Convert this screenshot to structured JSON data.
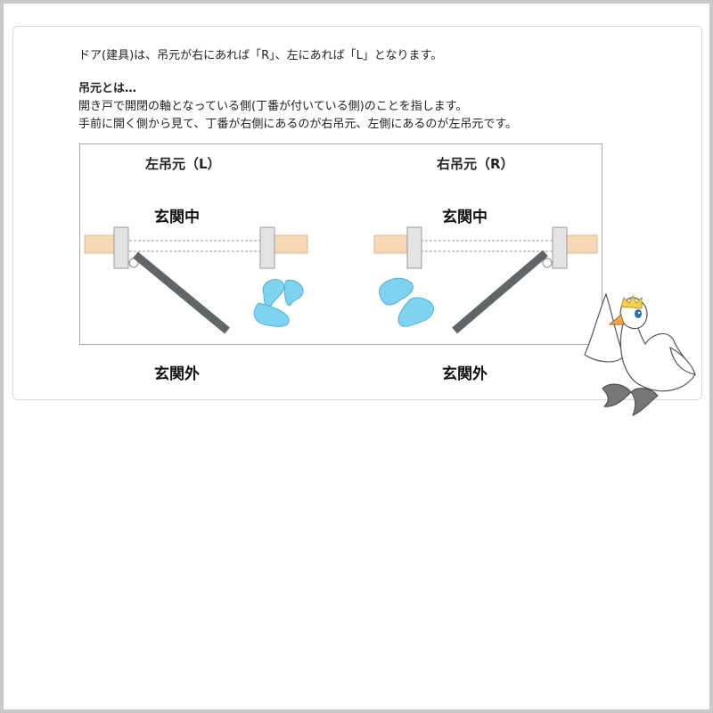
{
  "intro": "ドア(建具)は、吊元が右にあれば「R」、左にあれば「L」となります。",
  "definition": {
    "title": "吊元とは…",
    "line1": "開き戸で開閉の軸となっている側(丁番が付いている側)のことを指します。",
    "line2": "手前に開く側から見て、丁番が右側にあるのが右吊元、左側にあるのが左吊元です。"
  },
  "panels": [
    {
      "title": "左吊元（L）",
      "inside": "玄関中",
      "outside": "玄関外"
    },
    {
      "title": "右吊元（R）",
      "inside": "玄関中",
      "outside": "玄関外"
    }
  ],
  "colors": {
    "wall": "#f8d7b4",
    "frame": "#e3e3e3",
    "door": "#5f6668",
    "footprint": "#7fd3f0",
    "border": "#aaaaaa"
  },
  "icons": {
    "mascot": "swan-mascot-icon",
    "footprints": "footprints-icon"
  }
}
